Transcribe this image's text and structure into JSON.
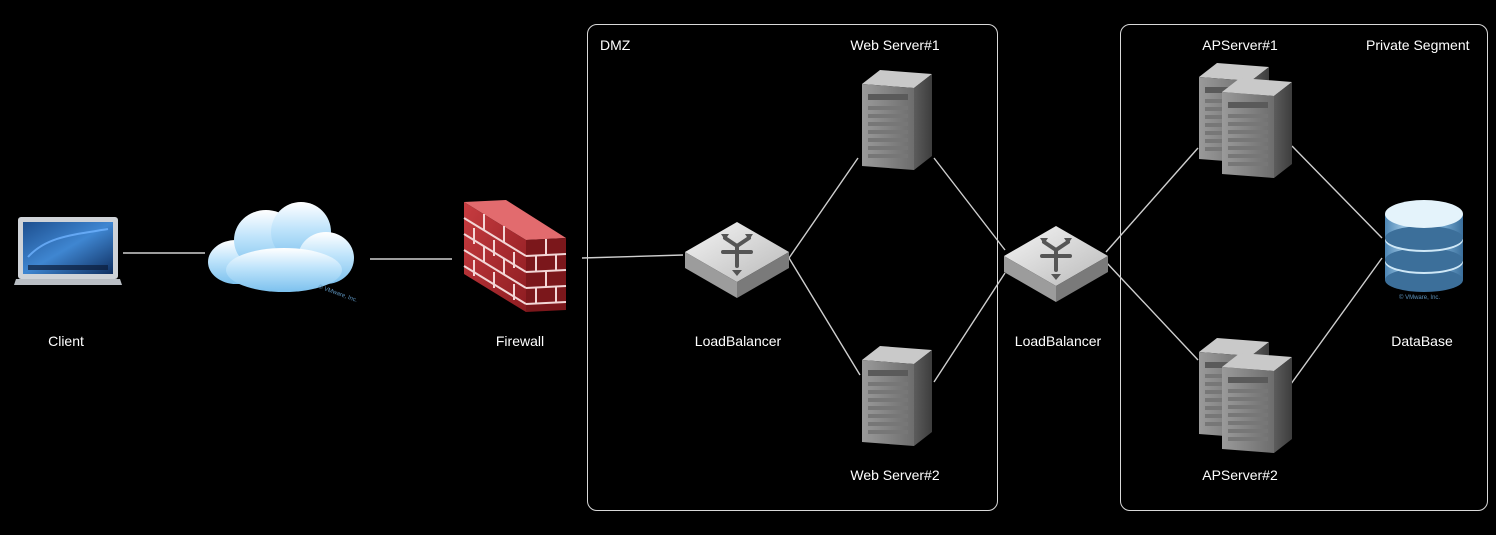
{
  "zones": {
    "dmz": "DMZ",
    "private": "Private Segment"
  },
  "nodes": {
    "client": {
      "label": "Client",
      "icon": "laptop-icon"
    },
    "internet": {
      "label": "",
      "icon": "cloud-icon"
    },
    "firewall": {
      "label": "Firewall",
      "icon": "firewall-icon"
    },
    "lb_dmz": {
      "label": "LoadBalancer",
      "icon": "load-balancer-icon"
    },
    "web1": {
      "label": "Web Server#1",
      "icon": "server-icon"
    },
    "web2": {
      "label": "Web Server#2",
      "icon": "server-icon"
    },
    "lb_private": {
      "label": "LoadBalancer",
      "icon": "load-balancer-icon"
    },
    "ap1": {
      "label": "APServer#1",
      "icon": "server-cluster-icon"
    },
    "ap2": {
      "label": "APServer#2",
      "icon": "server-cluster-icon"
    },
    "database": {
      "label": "DataBase",
      "icon": "database-icon"
    }
  },
  "watermark": "© VMware, Inc.",
  "colors": {
    "background": "#000000",
    "connector": "#cfcfcf",
    "zone_border": "#d9d9d9",
    "firewall": "#b3262b",
    "cloud": "#9ed4f7",
    "database": "#6fa3cc",
    "server": "#8e8e8e"
  },
  "connections": [
    [
      "client",
      "internet"
    ],
    [
      "internet",
      "firewall"
    ],
    [
      "firewall",
      "lb_dmz"
    ],
    [
      "lb_dmz",
      "web1"
    ],
    [
      "lb_dmz",
      "web2"
    ],
    [
      "web1",
      "lb_private"
    ],
    [
      "web2",
      "lb_private"
    ],
    [
      "lb_private",
      "ap1"
    ],
    [
      "lb_private",
      "ap2"
    ],
    [
      "ap1",
      "database"
    ],
    [
      "ap2",
      "database"
    ]
  ]
}
